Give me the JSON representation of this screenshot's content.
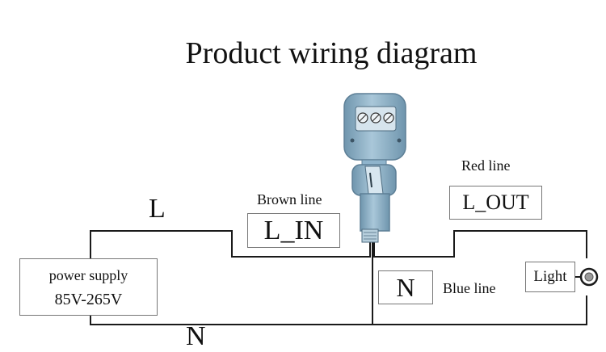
{
  "title": "Product wiring diagram",
  "labels": {
    "live": "L",
    "neutral": "N",
    "brown_line": "Brown line",
    "red_line": "Red line",
    "blue_line": "Blue line"
  },
  "boxes": {
    "l_in": "L_IN",
    "l_out": "L_OUT",
    "n": "N",
    "light": "Light",
    "power_supply": {
      "name": "power supply",
      "voltage": "85V-265V"
    }
  },
  "colors": {
    "wire": "#1a1a1a",
    "sensor_body": "#8fb4cc",
    "sensor_edge": "#5d7f96",
    "box_border": "#777777"
  },
  "icons": {
    "sensor": "pir-motion-sensor-icon",
    "lamp": "light-bulb-icon"
  }
}
